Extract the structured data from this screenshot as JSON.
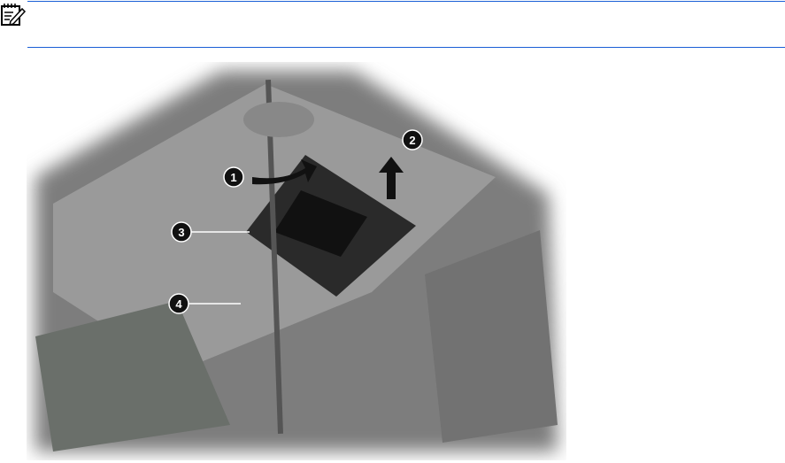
{
  "note": {
    "icon": "note-pencil-icon",
    "accent_color": "#1a5fd6"
  },
  "figure": {
    "callouts": [
      "1",
      "2",
      "3",
      "4"
    ]
  }
}
